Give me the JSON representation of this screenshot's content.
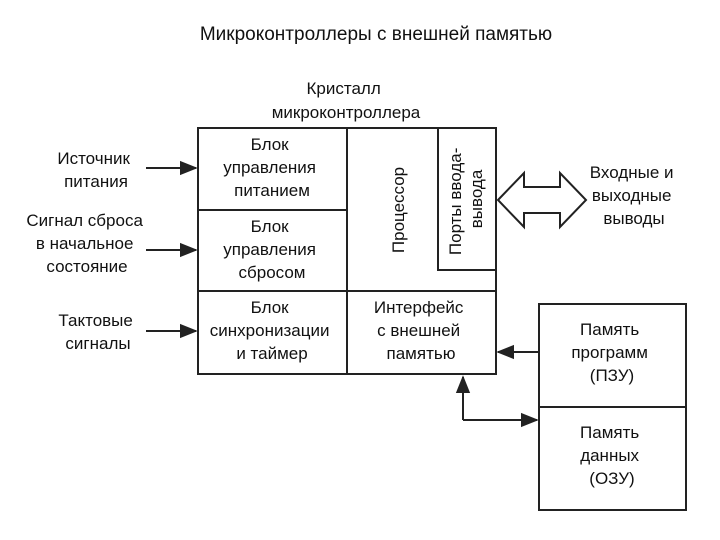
{
  "title": "Микроконтроллеры с внешней памятью",
  "crystal_label": [
    "Кристалл",
    "микроконтроллера"
  ],
  "inputs": {
    "power": [
      "Источник",
      "питания"
    ],
    "reset": [
      "Сигнал сброса",
      "в начальное",
      "состояние"
    ],
    "clock": [
      "Тактовые",
      "сигналы"
    ]
  },
  "blocks": {
    "power_mgmt": [
      "Блок",
      "управления",
      "питанием"
    ],
    "reset_mgmt": [
      "Блок",
      "управления",
      "сбросом"
    ],
    "sync_timer": [
      "Блок",
      "синхронизации",
      "и таймер"
    ],
    "processor": "Процессор",
    "io_ports": [
      "Порты ввода-",
      "вывода"
    ],
    "ext_interface": [
      "Интерфейс",
      "с внешней",
      "памятью"
    ]
  },
  "io_label": [
    "Входные и",
    "выходные",
    "выводы"
  ],
  "memory": {
    "program": [
      "Память",
      "программ",
      "(ПЗУ)"
    ],
    "data": [
      "Память",
      "данных",
      "(ОЗУ)"
    ]
  },
  "colors": {
    "line": "#222222",
    "fill": "#ffffff",
    "text": "#111111"
  }
}
